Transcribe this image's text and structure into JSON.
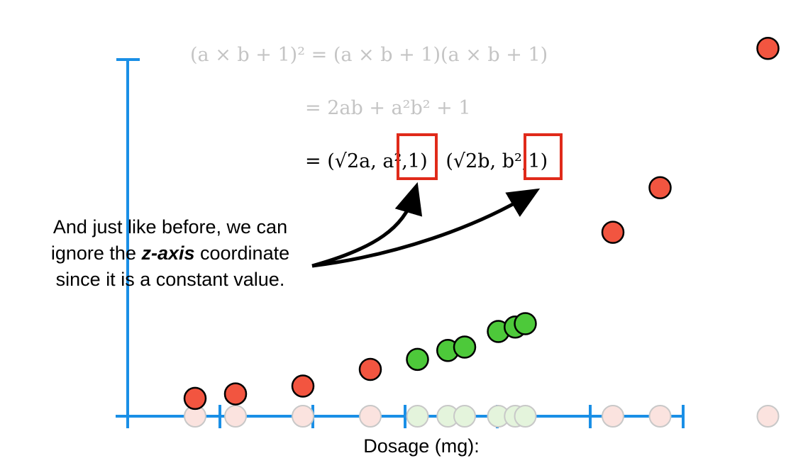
{
  "chart_data": {
    "type": "scatter",
    "xlabel": "Dosage (mg):",
    "ylabel": "",
    "axis_color": "#1a8fe6",
    "points": [
      {
        "dosage": 1.0,
        "y": 0.16,
        "class": "red"
      },
      {
        "dosage": 1.6,
        "y": 0.2,
        "class": "red"
      },
      {
        "dosage": 2.6,
        "y": 0.27,
        "class": "red"
      },
      {
        "dosage": 3.6,
        "y": 0.42,
        "class": "red"
      },
      {
        "dosage": 4.3,
        "y": 0.51,
        "class": "green"
      },
      {
        "dosage": 4.75,
        "y": 0.59,
        "class": "green"
      },
      {
        "dosage": 5.0,
        "y": 0.62,
        "class": "green"
      },
      {
        "dosage": 5.5,
        "y": 0.76,
        "class": "green"
      },
      {
        "dosage": 5.75,
        "y": 0.8,
        "class": "green"
      },
      {
        "dosage": 5.9,
        "y": 0.83,
        "class": "green"
      },
      {
        "dosage": 7.2,
        "y": 1.65,
        "class": "red"
      },
      {
        "dosage": 7.9,
        "y": 2.05,
        "class": "red"
      },
      {
        "dosage": 9.5,
        "y": 3.3,
        "class": "red"
      }
    ],
    "xlim": [
      0,
      10
    ],
    "ylim": [
      0,
      3.2
    ],
    "colors": {
      "red": "#f25540",
      "green": "#4dc93a",
      "red_projection": "#fbe3df",
      "green_projection": "#e4f4dc"
    }
  },
  "equations": {
    "line1": "(a × b + 1)² = (a × b + 1)(a × b + 1)",
    "line2": "= 2ab + a²b² + 1",
    "line3": "= (√2a, a²,1) · (√2b, b²,1)"
  },
  "annotation": {
    "line1": "And just like before, we can",
    "line2_before": "ignore the ",
    "line2_bold": "z-axis",
    "line2_after": " coordinate",
    "line3": "since it is a constant value."
  }
}
